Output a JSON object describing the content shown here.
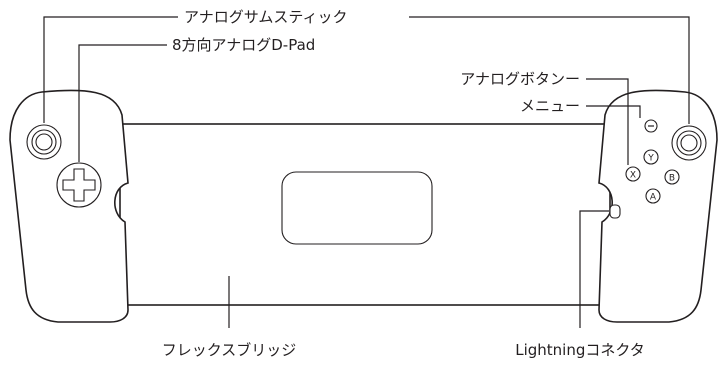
{
  "labels": {
    "analog_thumbstick": "アナログサムスティック",
    "dpad": "8方向アナログD-Pad",
    "analog_buttons": "アナログボタンー",
    "menu": "メニュー",
    "flex_bridge": "フレックスブリッジ",
    "lightning": "Lightningコネクタ"
  },
  "face_buttons": {
    "y": "Y",
    "x": "X",
    "b": "B",
    "a": "A"
  }
}
